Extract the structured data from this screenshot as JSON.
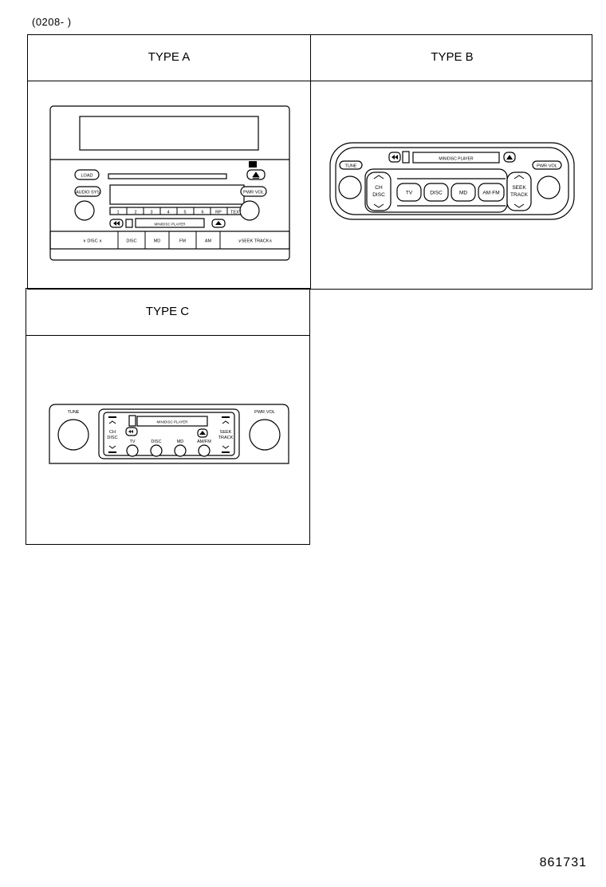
{
  "header": {
    "code": "(0208-        )"
  },
  "footer": {
    "part_number": "861731"
  },
  "types": [
    {
      "label": "TYPE A"
    },
    {
      "label": "TYPE B"
    },
    {
      "label": "TYPE C"
    }
  ],
  "type_a": {
    "load": "LOAD",
    "audio_sys": "AUDIO SYS",
    "pwr_vol": "PWR·VOL",
    "presets": [
      "1",
      "2",
      "3",
      "4",
      "5",
      "6",
      "RP",
      "TEXT"
    ],
    "mini_display": "MINIDISC PLAYER",
    "bottom_buttons": [
      "∨  DISC  ∧",
      "DISC",
      "MD",
      "FM",
      "AM",
      "∨SEEK TRACK∧"
    ]
  },
  "type_b": {
    "tune": "TUNE",
    "pwr_vol": "PWR·VOL",
    "display": "MINIDISC PLAYER",
    "ch_disc": [
      "CH",
      "DISC"
    ],
    "seek_track": [
      "SEEK",
      "TRACK"
    ],
    "buttons": [
      "TV",
      "DISC",
      "MD",
      "AM·FM"
    ]
  },
  "type_c": {
    "tune": "TUNE",
    "pwr_vol": "PWR·VOL",
    "display": "MINIDISC PLAYER",
    "ch_disc": [
      "CH",
      "DISC"
    ],
    "seek_track": [
      "SEEK",
      "TRACK"
    ],
    "buttons": [
      "TV",
      "DISC",
      "MD",
      "AM/FM"
    ]
  },
  "icons": {
    "eject": "eject-icon",
    "tape_reverse": "rewind-icon",
    "up": "chevron-up-icon",
    "down": "chevron-down-icon"
  }
}
